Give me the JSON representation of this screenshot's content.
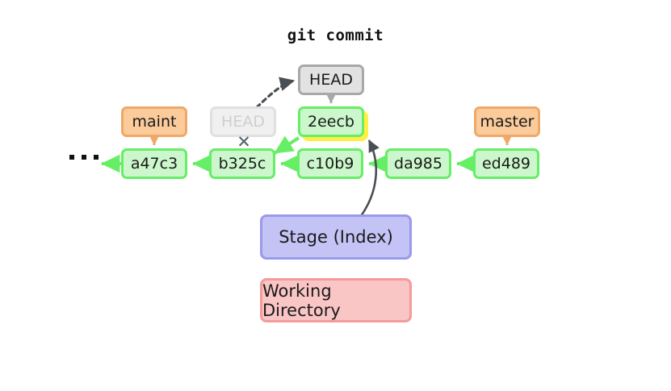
{
  "title": "git commit",
  "colors": {
    "commit_fill": "#ccf7cc",
    "commit_border": "#66ee66",
    "branch_fill": "#fbcb9b",
    "branch_border": "#f0a868",
    "head_fill": "#e2e2e2",
    "head_border": "#a8a8a8",
    "ghost_text": "#cfcfcf",
    "highlight_halo": "#ffee44",
    "stage_fill": "#c3c3f5",
    "stage_border": "#9a9aec",
    "workdir_fill": "#fac5c5",
    "workdir_border": "#f59a9a",
    "arrow_dark": "#4a4f55",
    "arrow_green": "#66ee66",
    "arrow_orange": "#f0a868",
    "arrow_gray": "#a8a8a8"
  },
  "commits": [
    {
      "id": "a47c3",
      "label": "a47c3"
    },
    {
      "id": "b325c",
      "label": "b325c"
    },
    {
      "id": "c10b9",
      "label": "c10b9"
    },
    {
      "id": "da985",
      "label": "da985"
    },
    {
      "id": "ed489",
      "label": "ed489"
    }
  ],
  "new_commit": {
    "id": "2eecb",
    "label": "2eecb",
    "highlighted": true
  },
  "branches": [
    {
      "id": "maint",
      "label": "maint",
      "points_to": "a47c3"
    },
    {
      "id": "master",
      "label": "master",
      "points_to": "ed489"
    }
  ],
  "head": {
    "label": "HEAD",
    "points_to": "2eecb",
    "previous_label": "HEAD",
    "previous_points_to": "b325c",
    "previous_detached": true
  },
  "areas": {
    "stage": "Stage (Index)",
    "working_directory": "Working Directory"
  },
  "ellipsis": "· · ·",
  "x_mark": "✕",
  "icons": {
    "ellipsis": "ellipsis-dots-icon",
    "x_mark": "x-cross-icon"
  }
}
